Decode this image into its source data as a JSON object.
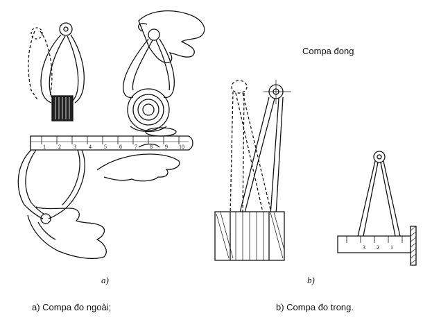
{
  "figure": {
    "title": "Compa đong",
    "sub_a_letter": "a)",
    "sub_b_letter": "b)",
    "caption_a": "a) Compa đo ngoài;",
    "caption_b": "b) Compa đo trong."
  },
  "ruler_large": {
    "ticks": [
      "1",
      "2",
      "3",
      "4",
      "5",
      "6",
      "7",
      "8",
      "9",
      "10"
    ]
  },
  "ruler_small": {
    "ticks": [
      "3",
      "2",
      "1"
    ]
  }
}
